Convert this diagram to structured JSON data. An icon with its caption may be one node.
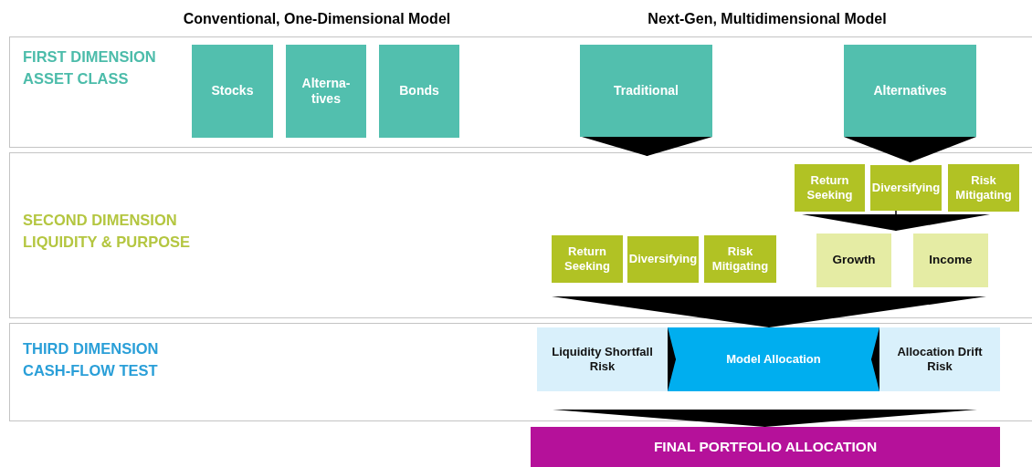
{
  "diagram": {
    "nodes": [
      {
        "text": [
          "FIRST DIMENSION ASSET CLASS"
        ]
      },
      {
        "text": [
          "Stocks"
        ],
        "in": 0
      },
      {
        "text": [
          "Alterna- tives"
        ],
        "in": 0
      },
      {
        "text": [
          "Bonds"
        ],
        "in": 0
      },
      {
        "text": [
          "Traditional"
        ],
        "in": 0
      },
      {
        "text": [
          "Alternatives"
        ],
        "in": 0
      },
      {
        "text": [
          "SECOND DIMENSION LIQUIDITY & PURPOSE"
        ]
      },
      {
        "text": [
          "Return Seeking"
        ],
        "in": 6
      },
      {
        "text": [
          "Diversifying"
        ],
        "in": 6
      },
      {
        "text": [
          "Risk Mitigating"
        ],
        "in": 6
      },
      {
        "text": [
          "Return Seeking"
        ],
        "in": 6
      },
      {
        "text": [
          "Diversifying"
        ],
        "in": 6
      },
      {
        "text": [
          "Risk Mitigating"
        ],
        "in": 6
      },
      {
        "text": [
          "Growth"
        ],
        "in": 6
      },
      {
        "text": [
          "Income"
        ],
        "in": 6
      },
      {
        "text": [
          "THIRD DIMENSION CASH-FLOW TEST"
        ]
      },
      {
        "text": [
          "Liquidity Shortfall Risk"
        ],
        "in": 15
      },
      {
        "text": [
          "Model Allocation"
        ],
        "in": 15
      },
      {
        "text": [
          "Allocation Drift Risk"
        ],
        "in": 15
      },
      {
        "text": [
          "FINAL PORTFOLIO ALLOCATION"
        ]
      }
    ],
    "edges": [
      {
        "from": 4,
        "to": null,
        "arrow": "to"
      },
      {
        "from": 5,
        "to": 8,
        "arrow": "to"
      },
      {
        "from": 8,
        "to": 13,
        "arrow": "to"
      },
      {
        "from": null,
        "to": 17,
        "arrow": "to"
      },
      {
        "from": 16,
        "to": 17,
        "arrow": "to"
      },
      {
        "from": 18,
        "to": 17,
        "arrow": "to"
      },
      {
        "from": 15,
        "to": 19,
        "arrow": "to"
      }
    ],
    "labels": [
      "Conventional, One-Dimensional Model",
      "Next-Gen, Multidimensional Model"
    ]
  }
}
